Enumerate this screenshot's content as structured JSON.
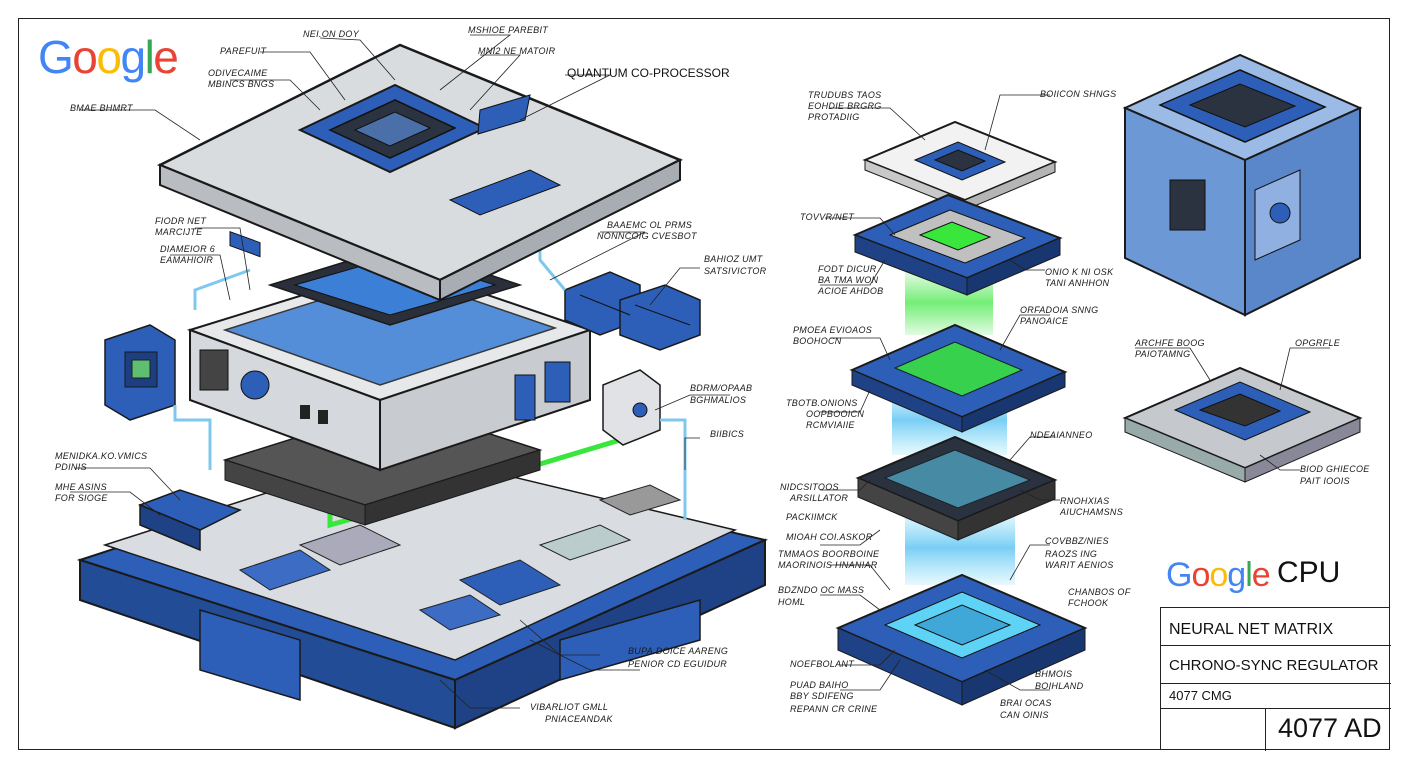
{
  "brand": {
    "logo_text": "Google",
    "logo_letters": [
      "G",
      "o",
      "o",
      "g",
      "l",
      "e"
    ],
    "product_word": "CPU",
    "colors": {
      "blue": "#4285F4",
      "red": "#EA4335",
      "yellow": "#FBBC05",
      "green": "#34A853",
      "part_blue": "#2D5FB8",
      "part_grey": "#D9DCE0",
      "glow_green": "#39E63C",
      "glow_cyan": "#5FD3F5"
    }
  },
  "title_block": {
    "row1": "NEURAL NET MATRIX",
    "row2": "CHRONO-SYNC REGULATOR",
    "row3": "4077 CMG",
    "row4": "4077 AD"
  },
  "labels_left": [
    "NEI.ON DOY",
    "PAREFUIT",
    "MSHIOE PAREBIT",
    "MNI2 NE MATOIR",
    "QUANTUM CO-PROCESSOR",
    "ODIVECAIME",
    "MBINCS BNGS",
    "BMAE BHMRT",
    "FIODR NET",
    "MARCIJTE",
    "BAAEMC OL PRMS",
    "NONNCOIG CVESBOT",
    "DIAMEIOR 6",
    "EAMAHIOIR",
    "BAHIOZ UMT",
    "SATSIVICTOR",
    "BDRM/OPAAB",
    "BGHMALIOS",
    "BIIBICS",
    "MENIDKA.KO.VMICS",
    "PDINIS",
    "MHE ASINS",
    "FOR SIOGE",
    "BUPA.DOICE AARENG",
    "PENIOR CD EGUIDUR",
    "VIBARLIOT GMLL",
    "PNIACEANDAK"
  ],
  "labels_middle": [
    "TRUDUBS TAOS",
    "EOHDIE BRGRG",
    "PROTADIIG",
    "BOIICON SHNGS",
    "TOVVR/NET",
    "FODT DICUR",
    "BA TMA WON",
    "ACIOE AHDOB",
    "ONIO K NI OSK",
    "TANI ANHHON",
    "ORFADOIA SNNG",
    "PANOAICE",
    "PMOEA EVIOAOS",
    "BOOHOCN",
    "TBOTB.ONIONS",
    "OOPBOOICN",
    "RCMVIAIIE",
    "NDEAIANNEO",
    "NIDCSITOOS",
    "ARSILLATOR",
    "RNOHXIAS",
    "AIUCHAMSNS",
    "PACKIIMCK",
    "MIOAH COI.ASKOR",
    "TMMAOS BOORBOINE",
    "MAORINOIS HNANIAR",
    "COVBBZ/NIES",
    "RAOZS ING",
    "WARIT AENIOS",
    "BDZNDO OC MASS",
    "HOML",
    "CHANBOS OF",
    "FCHOOK",
    "NOEFBOLANT",
    "PUAD BAIHO",
    "BBY SDIFENG",
    "REPANN CR CRINE",
    "BHMOIS",
    "BOIHLAND",
    "BRAI OCAS",
    "CAN OINIS"
  ],
  "labels_right": [
    "ARCHFE BOOG",
    "PAIOTAMNG",
    "OPGRFLE",
    "BIOD GHIECOE",
    "PAIT IOOIS"
  ]
}
